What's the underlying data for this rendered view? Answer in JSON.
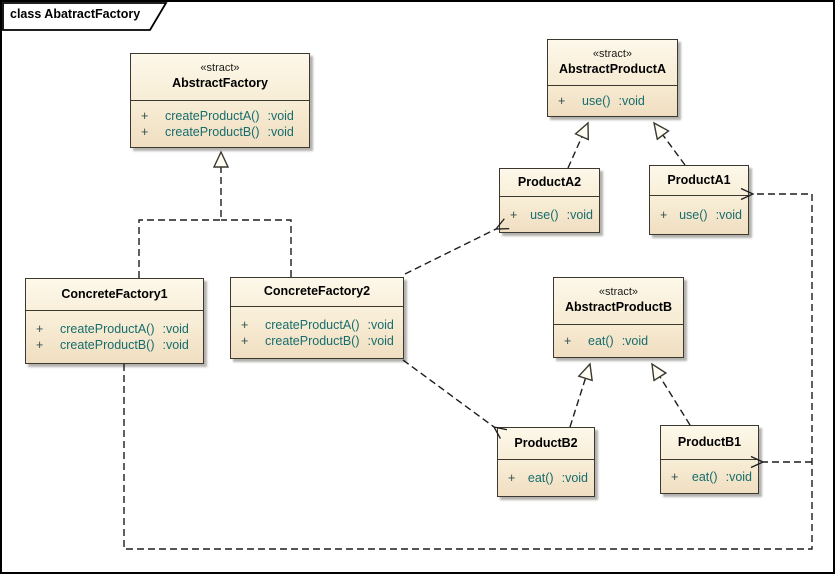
{
  "frame": {
    "title": "class AbatractFactory"
  },
  "classes": [
    {
      "key": "abstract-factory",
      "stereotype": "«stract»",
      "name": "AbstractFactory",
      "methods": [
        {
          "vis": "+",
          "sig": "createProductA()",
          "ret": ":void"
        },
        {
          "vis": "+",
          "sig": "createProductB()",
          "ret": ":void"
        }
      ]
    },
    {
      "key": "abstract-product-a",
      "stereotype": "«stract»",
      "name": "AbstractProductA",
      "methods": [
        {
          "vis": "+",
          "sig": "use()",
          "ret": ":void"
        }
      ]
    },
    {
      "key": "product-a2",
      "name": "ProductA2",
      "methods": [
        {
          "vis": "+",
          "sig": "use()",
          "ret": ":void"
        }
      ]
    },
    {
      "key": "product-a1",
      "name": "ProductA1",
      "methods": [
        {
          "vis": "+",
          "sig": "use()",
          "ret": ":void"
        }
      ]
    },
    {
      "key": "concrete-factory1",
      "name": "ConcreteFactory1",
      "methods": [
        {
          "vis": "+",
          "sig": "createProductA()",
          "ret": ":void"
        },
        {
          "vis": "+",
          "sig": "createProductB()",
          "ret": ":void"
        }
      ]
    },
    {
      "key": "concrete-factory2",
      "name": "ConcreteFactory2",
      "methods": [
        {
          "vis": "+",
          "sig": "createProductA()",
          "ret": ":void"
        },
        {
          "vis": "+",
          "sig": "createProductB()",
          "ret": ":void"
        }
      ]
    },
    {
      "key": "abstract-product-b",
      "stereotype": "«stract»",
      "name": "AbstractProductB",
      "methods": [
        {
          "vis": "+",
          "sig": "eat()",
          "ret": ":void"
        }
      ]
    },
    {
      "key": "product-b2",
      "name": "ProductB2",
      "methods": [
        {
          "vis": "+",
          "sig": "eat()",
          "ret": ":void"
        }
      ]
    },
    {
      "key": "product-b1",
      "name": "ProductB1",
      "methods": [
        {
          "vis": "+",
          "sig": "eat()",
          "ret": ":void"
        }
      ]
    }
  ],
  "relationships": [
    {
      "type": "realization",
      "from": "ConcreteFactory1",
      "to": "AbstractFactory"
    },
    {
      "type": "realization",
      "from": "ConcreteFactory2",
      "to": "AbstractFactory"
    },
    {
      "type": "realization",
      "from": "ProductA2",
      "to": "AbstractProductA"
    },
    {
      "type": "realization",
      "from": "ProductA1",
      "to": "AbstractProductA"
    },
    {
      "type": "realization",
      "from": "ProductB2",
      "to": "AbstractProductB"
    },
    {
      "type": "realization",
      "from": "ProductB1",
      "to": "AbstractProductB"
    },
    {
      "type": "dependency",
      "from": "ConcreteFactory2",
      "to": "ProductA2"
    },
    {
      "type": "dependency",
      "from": "ConcreteFactory2",
      "to": "ProductB2"
    },
    {
      "type": "dependency",
      "from": "ConcreteFactory1",
      "to": "ProductA1"
    },
    {
      "type": "dependency",
      "from": "ConcreteFactory1",
      "to": "ProductB1"
    }
  ],
  "colors": {
    "box_fill_top": "#fdf8ea",
    "box_fill_bottom": "#f0dec1",
    "box_border": "#3b382f",
    "method_text": "#176d6d",
    "name_text": "#000000",
    "shadow": "#b3b1ad",
    "line": "#1d1d1d",
    "background": "#ffffff"
  }
}
